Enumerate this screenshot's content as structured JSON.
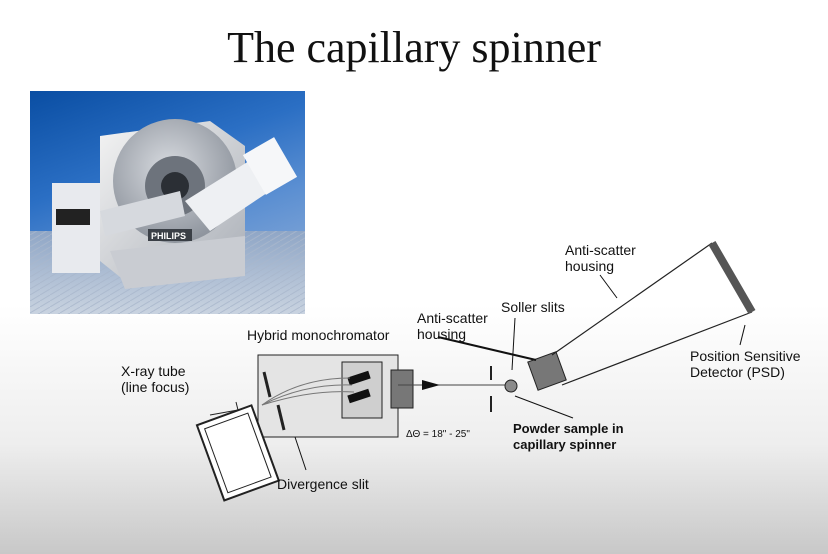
{
  "title": "The capillary spinner",
  "photo": {
    "brand_text": "PHILIPS"
  },
  "labels": {
    "anti_scatter_top_1": "Anti-scatter",
    "anti_scatter_top_2": "housing",
    "soller_slits": "Soller slits",
    "anti_scatter_mid_1": "Anti-scatter",
    "anti_scatter_mid_2": "housing",
    "hybrid_monochromator": "Hybrid monochromator",
    "psd_1": "Position Sensitive",
    "psd_2": "Detector (PSD)",
    "xray_tube_1": "X-ray tube",
    "xray_tube_2": "(line focus)",
    "delta_theta": "ΔΘ = 18\" - 25\"",
    "powder_1": "Powder sample in",
    "powder_2": "capillary spinner",
    "divergence_slit": "Divergence slit"
  }
}
